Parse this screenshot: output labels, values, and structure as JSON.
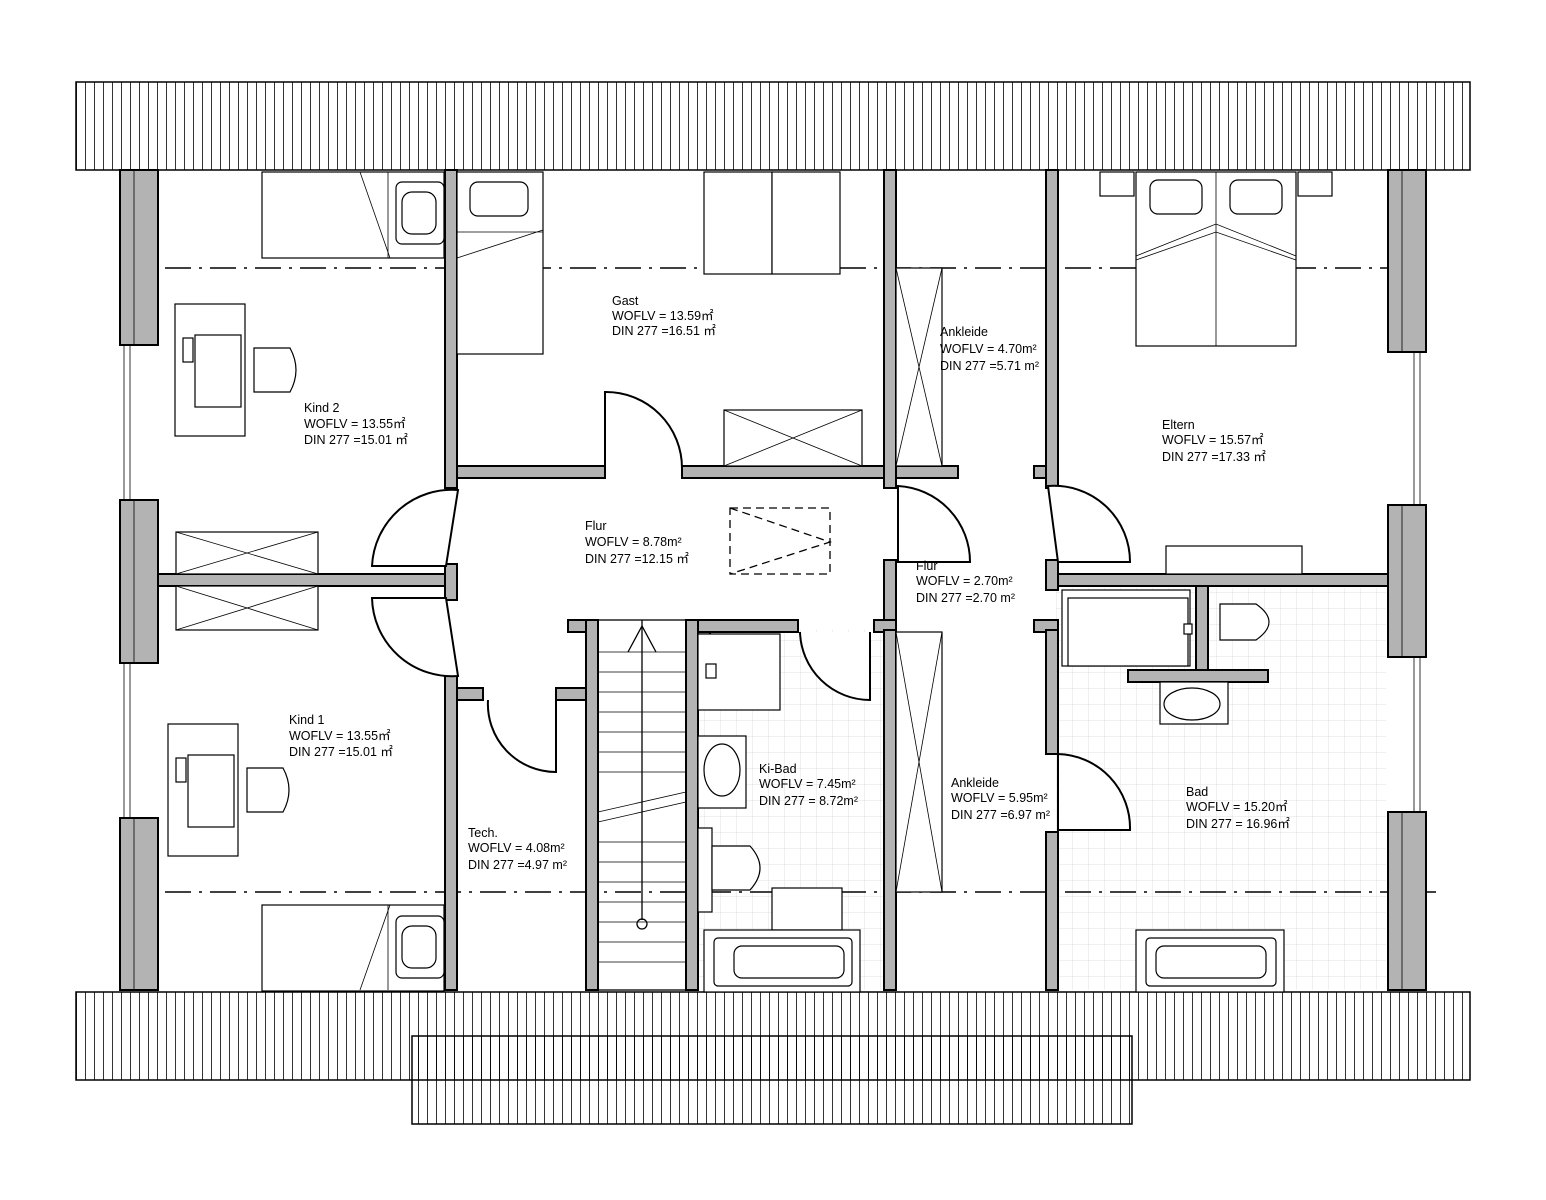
{
  "rooms": {
    "gast": {
      "name": "Gast",
      "wofl": "WOFLV = 13.59㎡",
      "din": "DIN 277 =16.51 ㎡"
    },
    "ankleide1": {
      "name": "Ankleide",
      "wofl": "WOFLV = 4.70m²",
      "din": "DIN 277 =5.71 m²"
    },
    "kind2": {
      "name": "Kind 2",
      "wofl": "WOFLV = 13.55㎡",
      "din": "DIN 277 =15.01 ㎡"
    },
    "eltern": {
      "name": "Eltern",
      "wofl": "WOFLV = 15.57㎡",
      "din": "DIN 277 =17.33 ㎡"
    },
    "flur1": {
      "name": "Flur",
      "wofl": "WOFLV = 8.78m²",
      "din": "DIN 277 =12.15 ㎡"
    },
    "flur2": {
      "name": "Flur",
      "wofl": "WOFLV = 2.70m²",
      "din": "DIN 277 =2.70 m²"
    },
    "kind1": {
      "name": "Kind 1",
      "wofl": "WOFLV = 13.55㎡",
      "din": "DIN 277 =15.01 ㎡"
    },
    "kibad": {
      "name": "Ki-Bad",
      "wofl": "WOFLV = 7.45m²",
      "din": "DIN 277 = 8.72m²"
    },
    "ankleide2": {
      "name": "Ankleide",
      "wofl": "WOFLV = 5.95m²",
      "din": "DIN 277 =6.97 m²"
    },
    "bad": {
      "name": "Bad",
      "wofl": "WOFLV = 15.20㎡",
      "din": "DIN 277 = 16.96㎡"
    },
    "tech": {
      "name": "Tech.",
      "wofl": "WOFLV = 4.08m²",
      "din": "DIN 277 =4.97 m²"
    }
  },
  "colors": {
    "wall": "#b3b3b3",
    "line": "#000000",
    "tile": "#d9d9d9"
  }
}
